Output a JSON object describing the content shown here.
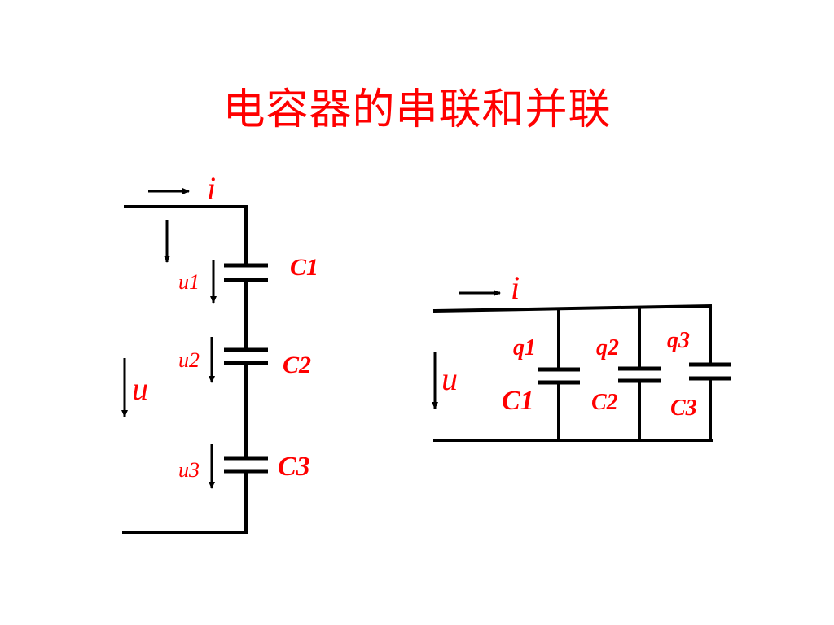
{
  "title": "电容器的串联和并联",
  "series_circuit": {
    "current_label": "i",
    "total_voltage_label": "u",
    "capacitors": [
      {
        "name": "C1",
        "voltage_label": "u1"
      },
      {
        "name": "C2",
        "voltage_label": "u2"
      },
      {
        "name": "C3",
        "voltage_label": "u3"
      }
    ]
  },
  "parallel_circuit": {
    "current_label": "i",
    "voltage_label": "u",
    "capacitors": [
      {
        "name": "C1",
        "charge_label": "q1"
      },
      {
        "name": "C2",
        "charge_label": "q2"
      },
      {
        "name": "C3",
        "charge_label": "q3"
      }
    ]
  },
  "colors": {
    "title": "#ff0000",
    "labels": "#ff0000",
    "wires": "#000000"
  }
}
